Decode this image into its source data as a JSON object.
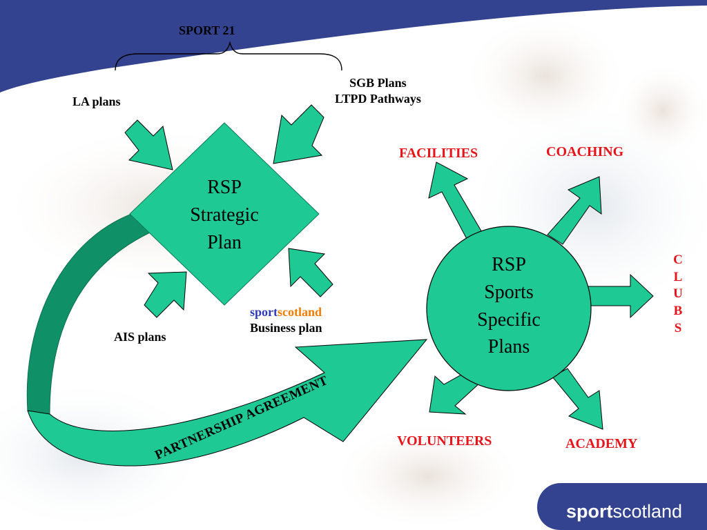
{
  "colors": {
    "banner": "#34438f",
    "shape_fill": "#1ec994",
    "shape_dark": "#109066",
    "label_red": "#e8141c",
    "sport_blue": "#2e3ab5",
    "scotland_orange": "#f07c00"
  },
  "top": {
    "title": "SPORT 21",
    "la_plans": "LA plans",
    "sgb_line1": "SGB Plans",
    "sgb_line2": "LTPD Pathways"
  },
  "strategic": {
    "line1": "RSP",
    "line2": "Strategic",
    "line3": "Plan"
  },
  "inputs": {
    "ais_plans": "AIS plans",
    "business_sport": "sport",
    "business_scotland": "scotland",
    "business_plan": "Business plan"
  },
  "partnership": "PARTNERSHIP AGREEMENT",
  "hub": {
    "line1": "RSP",
    "line2": "Sports",
    "line3": "Specific",
    "line4": "Plans"
  },
  "outputs": {
    "facilities": "FACILITIES",
    "coaching": "COACHING",
    "clubs": [
      "C",
      "L",
      "U",
      "B",
      "S"
    ],
    "volunteers": "VOLUNTEERS",
    "academy": "ACADEMY"
  },
  "logo": {
    "sport": "sport",
    "scotland": "scotland"
  }
}
